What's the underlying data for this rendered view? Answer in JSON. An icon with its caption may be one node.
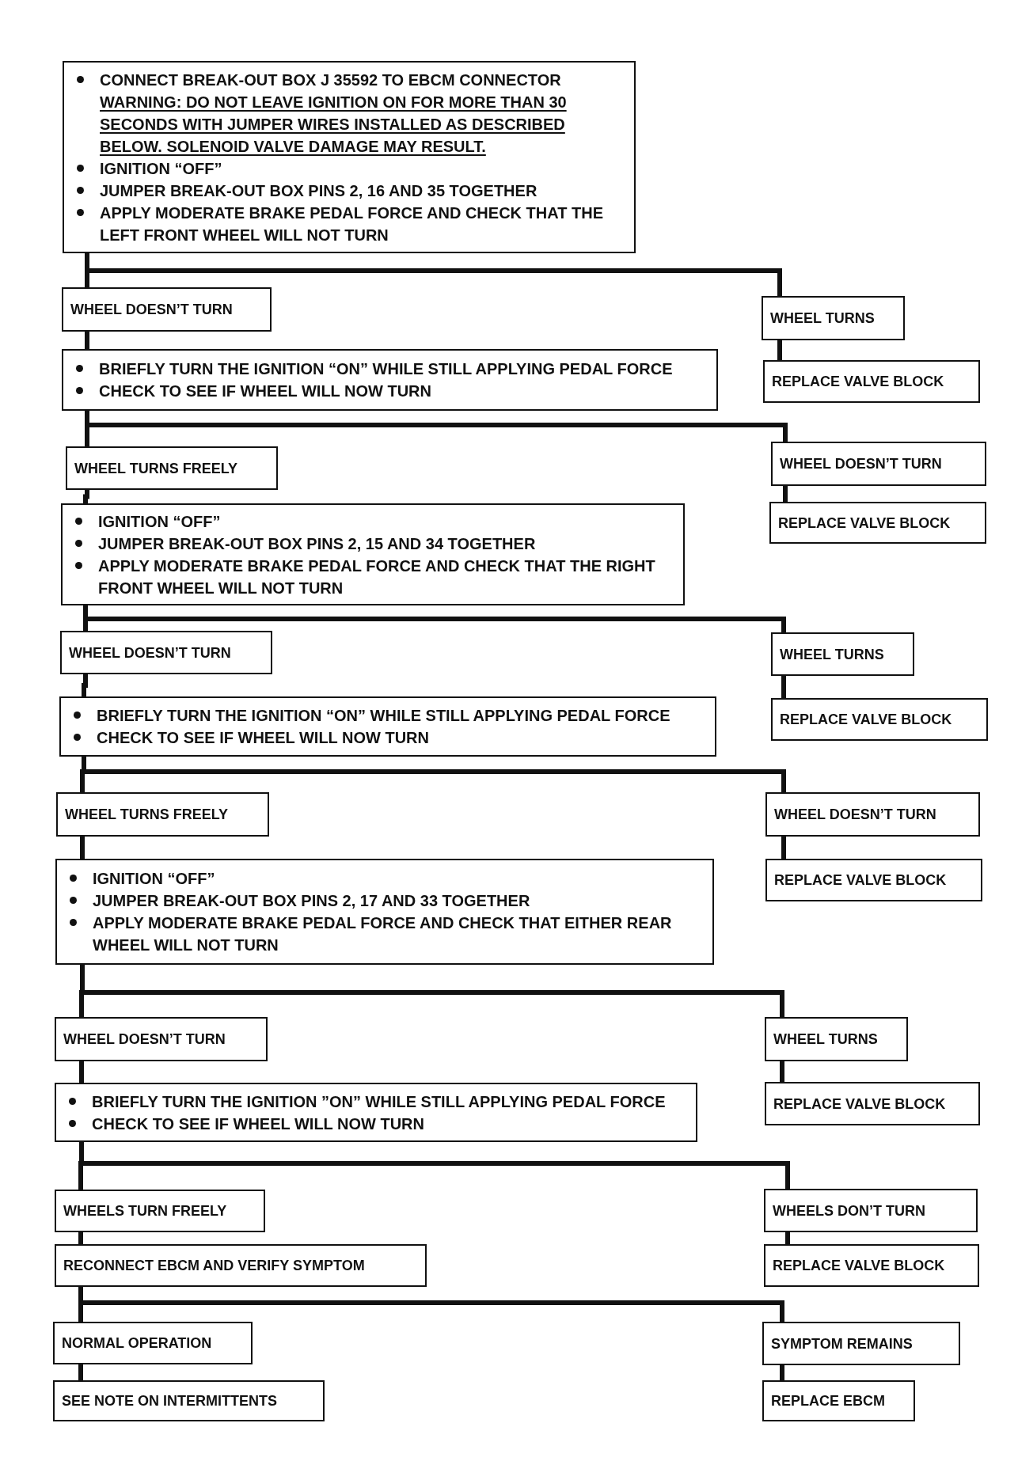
{
  "diagram": {
    "nodes": [
      {
        "text": [
          "CONNECT BREAK-OUT BOX J 35592 TO EBCM CONNECTOR",
          "WARNING: DO NOT LEAVE IGNITION ON FOR MORE THAN 30 SECONDS WITH JUMPER WIRES INSTALLED AS DESCRIBED BELOW. SOLENOID VALVE DAMAGE MAY RESULT.",
          "IGNITION “OFF”",
          "JUMPER BREAK-OUT BOX PINS 2, 16 AND 35 TOGETHER",
          "APPLY MODERATE BRAKE PEDAL FORCE AND CHECK THAT THE LEFT FRONT WHEEL WILL NOT TURN"
        ]
      },
      {
        "text": [
          "WHEEL DOESN’T TURN"
        ]
      },
      {
        "text": [
          "WHEEL TURNS"
        ]
      },
      {
        "text": [
          "BRIEFLY TURN THE IGNITION “ON” WHILE STILL APPLYING PEDAL FORCE",
          "CHECK TO SEE IF WHEEL WILL NOW TURN"
        ]
      },
      {
        "text": [
          "REPLACE VALVE BLOCK"
        ]
      },
      {
        "text": [
          "WHEEL TURNS FREELY"
        ]
      },
      {
        "text": [
          "WHEEL DOESN’T TURN"
        ]
      },
      {
        "text": [
          "IGNITION “OFF”",
          "JUMPER BREAK-OUT BOX PINS 2, 15 AND 34 TOGETHER",
          "APPLY MODERATE BRAKE PEDAL FORCE AND CHECK THAT THE RIGHT FRONT WHEEL WILL NOT TURN"
        ]
      },
      {
        "text": [
          "REPLACE VALVE BLOCK"
        ]
      },
      {
        "text": [
          "WHEEL DOESN’T TURN"
        ]
      },
      {
        "text": [
          "WHEEL TURNS"
        ]
      },
      {
        "text": [
          "BRIEFLY TURN THE IGNITION “ON” WHILE STILL APPLYING PEDAL FORCE",
          "CHECK TO SEE IF WHEEL WILL NOW TURN"
        ]
      },
      {
        "text": [
          "REPLACE VALVE BLOCK"
        ]
      },
      {
        "text": [
          "WHEEL TURNS FREELY"
        ]
      },
      {
        "text": [
          "WHEEL DOESN’T TURN"
        ]
      },
      {
        "text": [
          "IGNITION “OFF”",
          "JUMPER BREAK-OUT BOX PINS 2, 17 AND 33 TOGETHER",
          "APPLY MODERATE BRAKE PEDAL FORCE AND CHECK THAT EITHER REAR WHEEL WILL NOT TURN"
        ]
      },
      {
        "text": [
          "REPLACE VALVE BLOCK"
        ]
      },
      {
        "text": [
          "WHEEL DOESN’T TURN"
        ]
      },
      {
        "text": [
          "WHEEL TURNS"
        ]
      },
      {
        "text": [
          "BRIEFLY TURN THE IGNITION ”ON” WHILE STILL APPLYING PEDAL FORCE",
          "CHECK TO SEE IF WHEEL WILL NOW TURN"
        ]
      },
      {
        "text": [
          "REPLACE VALVE BLOCK"
        ]
      },
      {
        "text": [
          "WHEELS TURN FREELY"
        ]
      },
      {
        "text": [
          "WHEELS DON’T TURN"
        ]
      },
      {
        "text": [
          "RECONNECT EBCM AND VERIFY SYMPTOM"
        ]
      },
      {
        "text": [
          "REPLACE VALVE BLOCK"
        ]
      },
      {
        "text": [
          "NORMAL OPERATION"
        ]
      },
      {
        "text": [
          "SYMPTOM REMAINS"
        ]
      },
      {
        "text": [
          "SEE NOTE ON INTERMITTENTS"
        ]
      },
      {
        "text": [
          "REPLACE EBCM"
        ]
      }
    ],
    "edges": [
      {
        "from": 0,
        "to": 1,
        "arrow": "none"
      },
      {
        "from": 0,
        "to": 2,
        "arrow": "none"
      },
      {
        "from": 1,
        "to": 3,
        "arrow": "none"
      },
      {
        "from": 2,
        "to": 4,
        "arrow": "none"
      },
      {
        "from": 3,
        "to": 5,
        "arrow": "none"
      },
      {
        "from": 3,
        "to": 6,
        "arrow": "none"
      },
      {
        "from": 6,
        "to": 8,
        "arrow": "none"
      },
      {
        "from": 5,
        "to": 7,
        "arrow": "none"
      },
      {
        "from": 7,
        "to": 9,
        "arrow": "none"
      },
      {
        "from": 7,
        "to": 10,
        "arrow": "none"
      },
      {
        "from": 10,
        "to": 12,
        "arrow": "none"
      },
      {
        "from": 9,
        "to": 11,
        "arrow": "none"
      },
      {
        "from": 11,
        "to": 13,
        "arrow": "none"
      },
      {
        "from": 11,
        "to": 14,
        "arrow": "none"
      },
      {
        "from": 14,
        "to": 16,
        "arrow": "none"
      },
      {
        "from": 13,
        "to": 15,
        "arrow": "none"
      },
      {
        "from": 15,
        "to": 17,
        "arrow": "none"
      },
      {
        "from": 15,
        "to": 18,
        "arrow": "none"
      },
      {
        "from": 18,
        "to": 20,
        "arrow": "none"
      },
      {
        "from": 17,
        "to": 19,
        "arrow": "none"
      },
      {
        "from": 19,
        "to": 21,
        "arrow": "none"
      },
      {
        "from": 19,
        "to": 22,
        "arrow": "none"
      },
      {
        "from": 22,
        "to": 24,
        "arrow": "none"
      },
      {
        "from": 21,
        "to": 23,
        "arrow": "none"
      },
      {
        "from": 23,
        "to": 25,
        "arrow": "none"
      },
      {
        "from": 23,
        "to": 26,
        "arrow": "none"
      },
      {
        "from": 26,
        "to": 28,
        "arrow": "none"
      },
      {
        "from": 25,
        "to": 27,
        "arrow": "none"
      }
    ]
  }
}
